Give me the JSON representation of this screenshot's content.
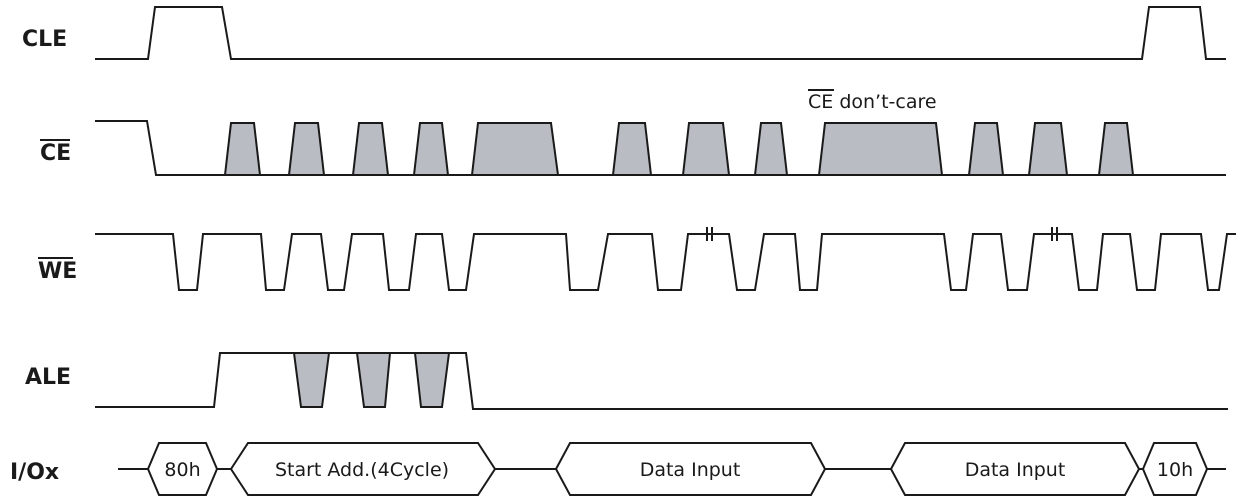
{
  "signals": {
    "cle": "CLE",
    "ce": "CE",
    "we": "WE",
    "ale": "ALE",
    "io": "I/Ox"
  },
  "annotation": {
    "overbar_text": "CE",
    "rest_text": " don’t-care"
  },
  "io_bus": {
    "cycle_1": "80h",
    "cycle_2": "Start Add.(4Cycle)",
    "cycle_3": "Data Input",
    "cycle_4": "Data Input",
    "cycle_5": "10h"
  },
  "colors": {
    "line": "#1a1a1a",
    "dont_care_fill": "#b9bcc2",
    "background": "#ffffff"
  }
}
